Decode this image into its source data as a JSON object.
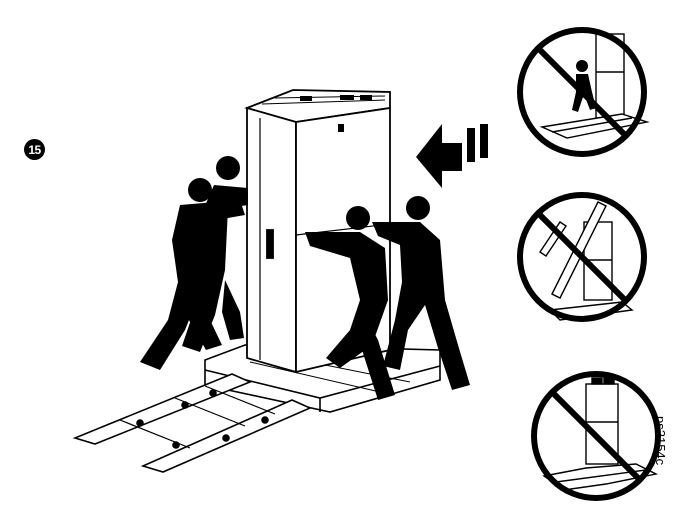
{
  "step": {
    "number": "15"
  },
  "document_code": "ps2154c",
  "illustration": {
    "main_scene": "rack-enclosure-pushed-off-pallet-by-four-people",
    "arrow_direction": "left",
    "prohibited_panels": 3
  },
  "colors": {
    "line": "#000000",
    "background": "#ffffff"
  }
}
